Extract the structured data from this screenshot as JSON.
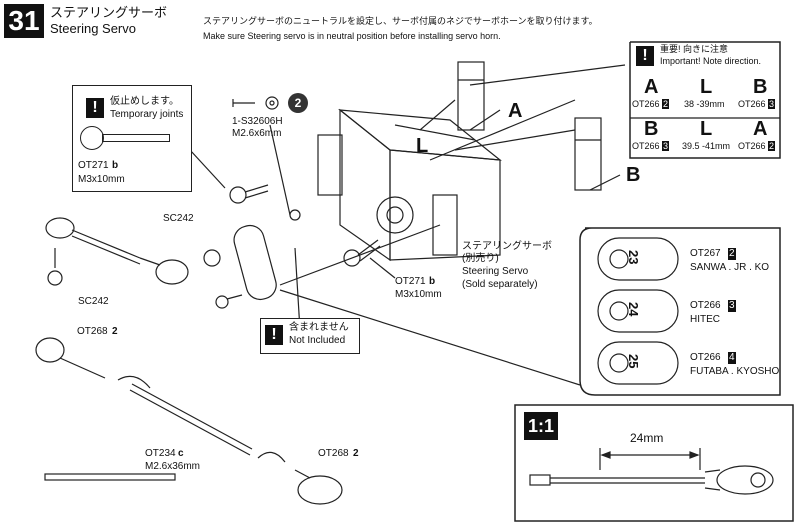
{
  "step": {
    "number": "31",
    "title_jp": "ステアリングサーボ",
    "title_en": "Steering Servo",
    "instruction_jp": "ステアリングサーボのニュートラルを設定し、サーボ付属のネジでサーボホーンを取り付けます。",
    "instruction_en": "Make sure Steering servo is in neutral position before installing servo horn."
  },
  "temporary_joints": {
    "note_jp": "仮止めします。",
    "note_en": "Temporary joints",
    "part": "OT271",
    "part_variant": "b",
    "size": "M3x10mm"
  },
  "screw_top": {
    "part": "1-S32606H",
    "size": "M2.6x6mm",
    "count": "2"
  },
  "labels": {
    "sc242_upper": "SC242",
    "sc242_lower": "SC242",
    "dimension_l": "L",
    "callout_a": "A",
    "callout_b": "B",
    "ot268_upper": "OT268",
    "ot268_upper_variant": "2",
    "ot268_lower": "OT268",
    "ot268_lower_variant": "2",
    "ot234": "OT234",
    "ot234_variant": "c",
    "ot234_size": "M2.6x36mm",
    "ot271_servo": "OT271",
    "ot271_servo_variant": "b",
    "ot271_servo_size": "M3x10mm"
  },
  "servo_label": {
    "jp": "ステアリングサーボ",
    "jp_sub": "(別売り)",
    "en": "Steering Servo",
    "en_sub": "(Sold separately)"
  },
  "not_included": {
    "jp": "含まれません",
    "en": "Not Included"
  },
  "important": {
    "jp": "重要! 向きに注意",
    "en": "Important! Note direction.",
    "row_a": {
      "left_letter": "A",
      "mid_letter": "L",
      "right_letter": "B",
      "left_part": "OT266",
      "left_variant": "2",
      "length": "38 -39mm",
      "right_part": "OT266",
      "right_variant": "3"
    },
    "row_b": {
      "left_letter": "B",
      "mid_letter": "L",
      "right_letter": "A",
      "left_part": "OT266",
      "left_variant": "3",
      "length": "39.5 -41mm",
      "right_part": "OT266",
      "right_variant": "2"
    }
  },
  "horns": [
    {
      "number": "23",
      "part": "OT267",
      "variant": "2",
      "brand": "SANWA . JR . KO"
    },
    {
      "number": "24",
      "part": "OT266",
      "variant": "3",
      "brand": "HITEC"
    },
    {
      "number": "25",
      "part": "OT266",
      "variant": "4",
      "brand": "FUTABA . KYOSHO"
    }
  ],
  "scale_box": {
    "scale": "1:1",
    "dimension": "24mm"
  },
  "icons": [
    "exclamation-icon",
    "screw-icon",
    "washer-icon",
    "ball-end-icon",
    "servo-icon",
    "servo-horn-icon",
    "turnbuckle-icon",
    "rotation-arrow-icon"
  ]
}
